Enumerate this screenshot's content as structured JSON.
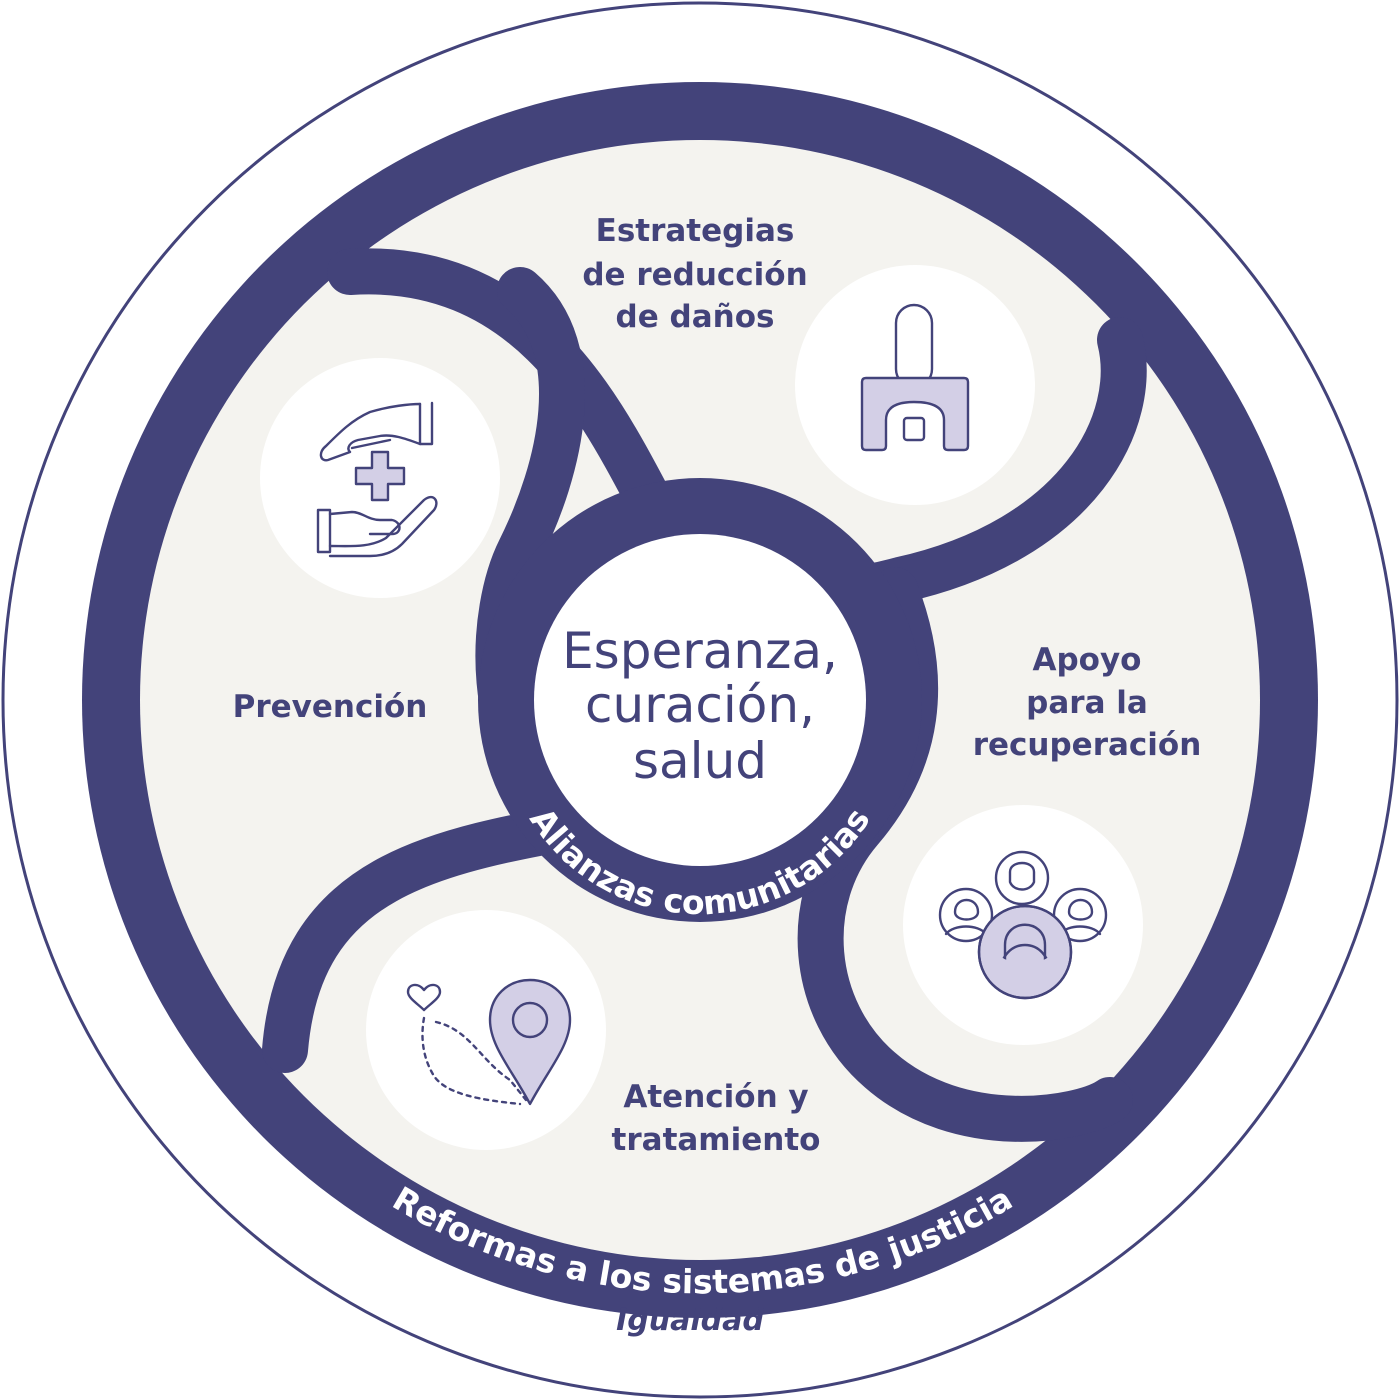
{
  "center": {
    "line1": "Esperanza,",
    "line2": "curación,",
    "line3": "salud"
  },
  "inner_ring_label": "Alianzas comunitarias",
  "outer_ring_label": "Reformas a los sistemas de justicia",
  "outermost_label": "Igualdad",
  "segments": {
    "harm_reduction": {
      "line1": "Estrategias",
      "line2": "de reducción",
      "line3": "de daños",
      "icon": "naloxone-device-icon"
    },
    "prevention": {
      "line1": "Prevención",
      "icon": "hands-medical-cross-icon"
    },
    "recovery": {
      "line1": "Apoyo",
      "line2": "para la",
      "line3": "recuperación",
      "icon": "people-group-icon"
    },
    "treatment": {
      "line1": "Atención y",
      "line2": "tratamiento",
      "icon": "heart-path-location-icon"
    }
  },
  "colors": {
    "navy": "#43437a",
    "cream": "#f4f3ef",
    "lavender": "#d3cfe6",
    "white": "#ffffff"
  }
}
